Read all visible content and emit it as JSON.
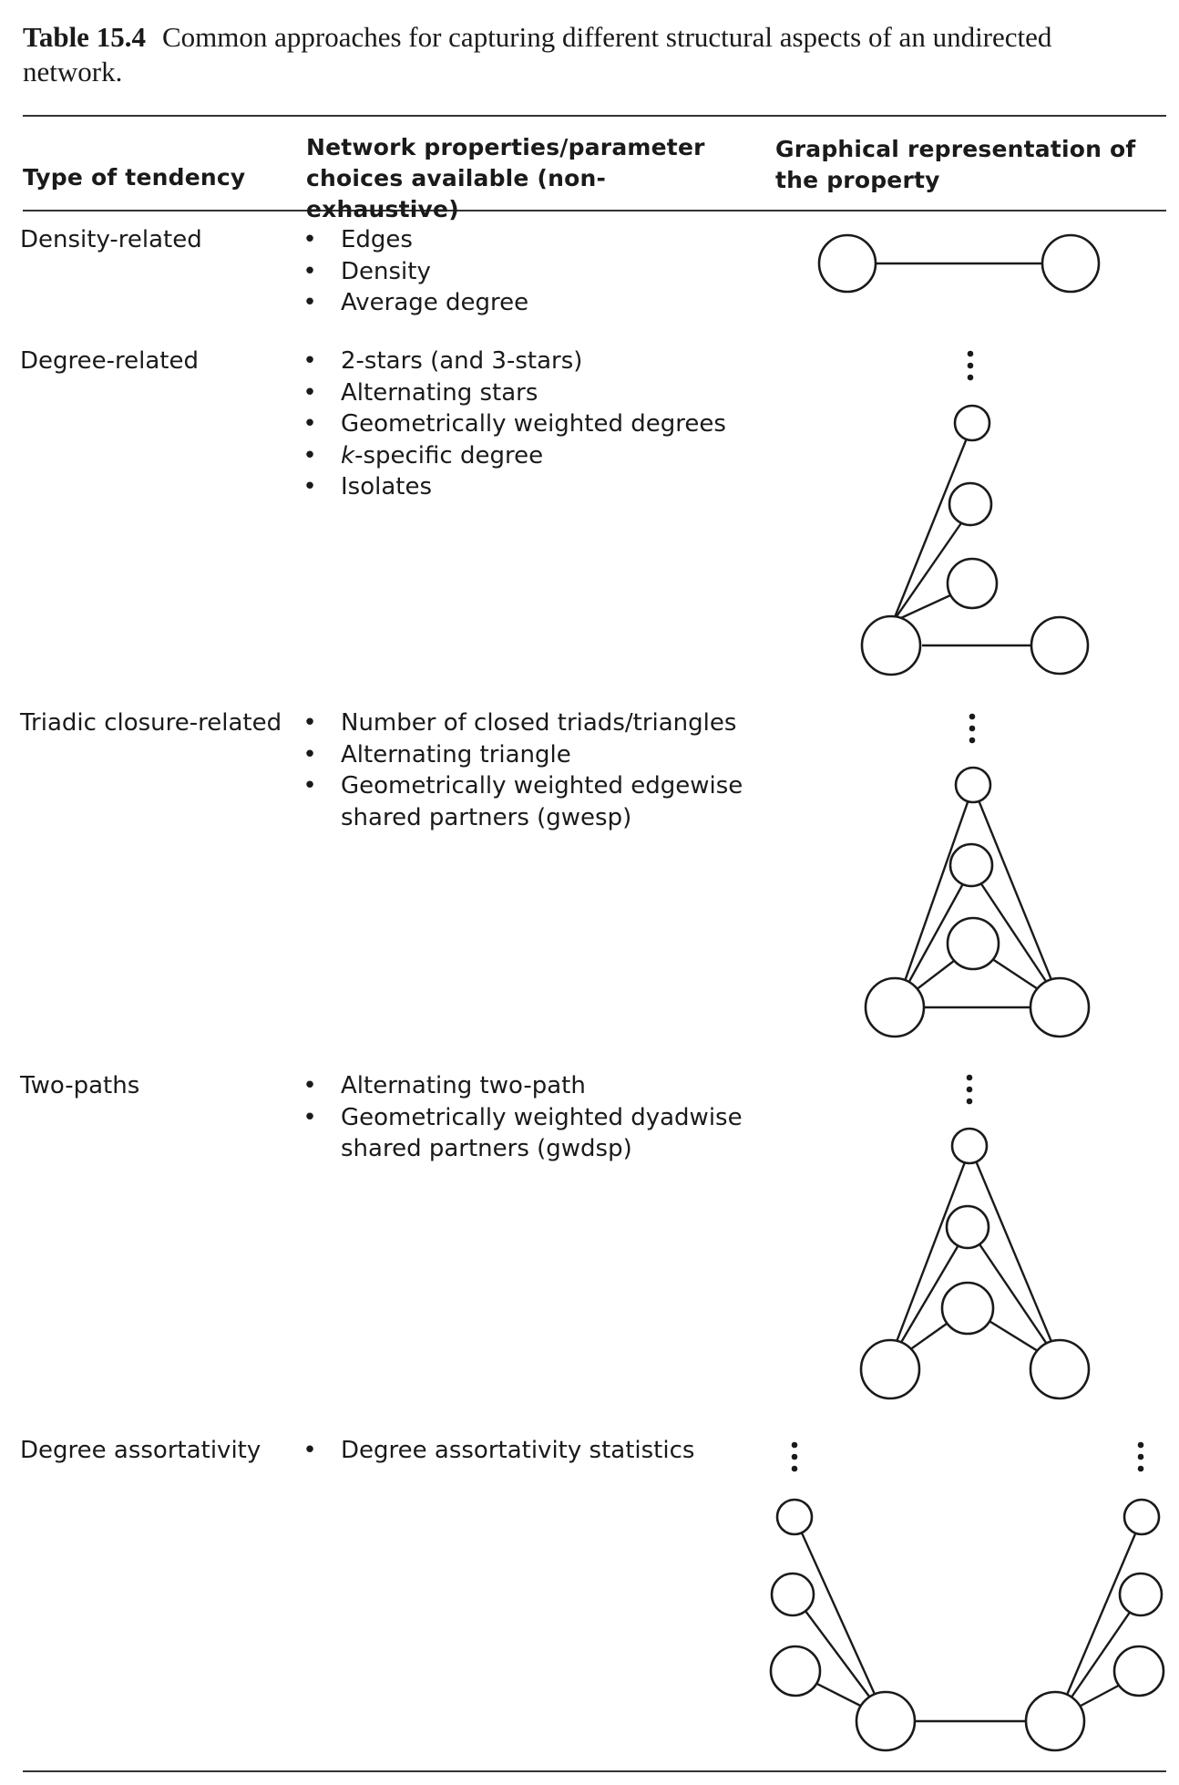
{
  "caption": {
    "label": "Table 15.4",
    "text": "Common approaches for capturing different structural aspects of an undirected network."
  },
  "headers": {
    "type_of_tendency": "Type of tendency",
    "network_properties": "Network properties/parameter choices available (non-exhaustive)",
    "graphical_representation": "Graphical representation of the property"
  },
  "rows": [
    {
      "tendency": "Density-related",
      "properties": [
        "Edges",
        "Density",
        "Average degree"
      ],
      "graphic": "two-node-edge"
    },
    {
      "tendency": "Degree-related",
      "properties": [
        "2-stars (and 3-stars)",
        "Alternating stars",
        "Geometrically weighted degrees",
        "-specific degree",
        "Isolates"
      ],
      "properties_italic_prefix": {
        "3": "k"
      },
      "graphic": "star"
    },
    {
      "tendency": "Triadic closure-related",
      "properties": [
        "Number of closed triads/triangles",
        "Alternating triangle",
        "Geometrically weighted edgewise shared partners (gwesp)"
      ],
      "graphic": "triangles"
    },
    {
      "tendency": "Two-paths",
      "properties": [
        "Alternating two-path",
        "Geometrically weighted dyadwise shared partners (gwdsp)"
      ],
      "graphic": "two-paths"
    },
    {
      "tendency": "Degree assortativity",
      "properties": [
        "Degree assortativity statistics"
      ],
      "graphic": "double-star"
    }
  ],
  "bullet_glyph": "•"
}
